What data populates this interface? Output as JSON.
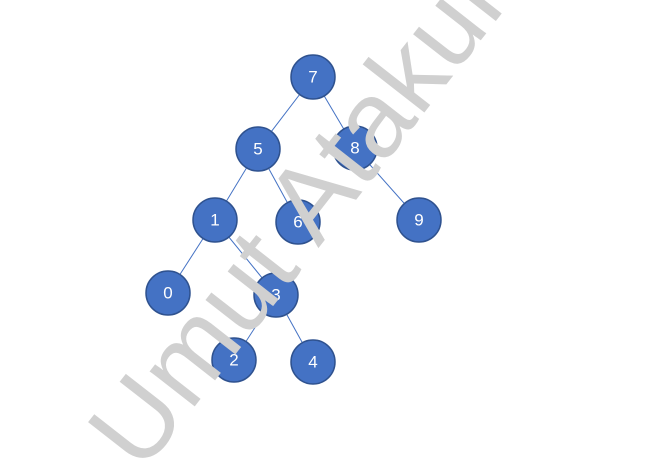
{
  "watermark": {
    "text": "Umut Atakul"
  },
  "tree": {
    "colors": {
      "node_fill": "#4472c4",
      "node_stroke": "#2f528f",
      "edge": "#4472c4",
      "label": "#ffffff",
      "watermark": "#d0d0d0"
    },
    "nodes": [
      {
        "id": "n7",
        "label": "7"
      },
      {
        "id": "n5",
        "label": "5"
      },
      {
        "id": "n8",
        "label": "8"
      },
      {
        "id": "n1",
        "label": "1"
      },
      {
        "id": "n6",
        "label": "6"
      },
      {
        "id": "n9",
        "label": "9"
      },
      {
        "id": "n0",
        "label": "0"
      },
      {
        "id": "n3",
        "label": "3"
      },
      {
        "id": "n2",
        "label": "2"
      },
      {
        "id": "n4",
        "label": "4"
      }
    ],
    "edges": [
      {
        "from": "n7",
        "to": "n5"
      },
      {
        "from": "n7",
        "to": "n8"
      },
      {
        "from": "n5",
        "to": "n1"
      },
      {
        "from": "n5",
        "to": "n6"
      },
      {
        "from": "n8",
        "to": "n9"
      },
      {
        "from": "n1",
        "to": "n0"
      },
      {
        "from": "n1",
        "to": "n3"
      },
      {
        "from": "n3",
        "to": "n2"
      },
      {
        "from": "n3",
        "to": "n4"
      }
    ]
  }
}
